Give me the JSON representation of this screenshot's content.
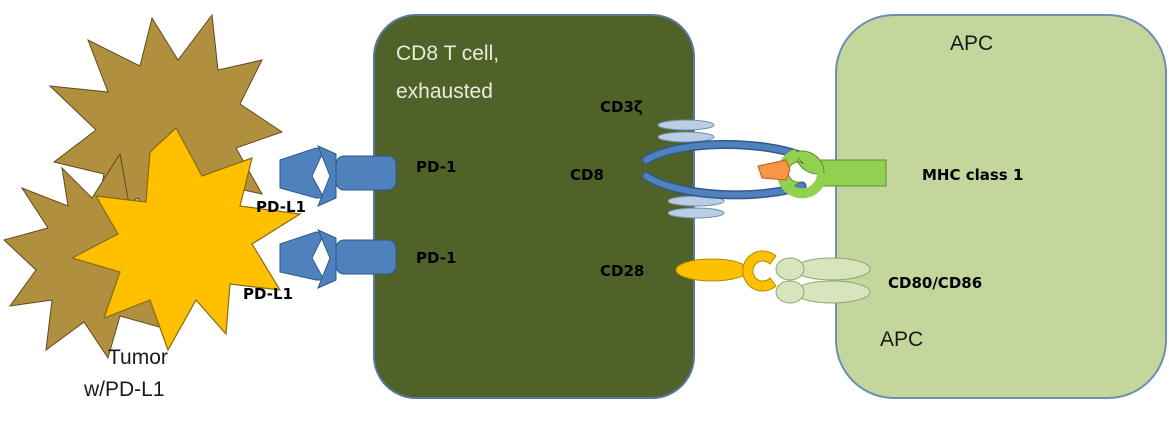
{
  "tcell": {
    "title_line1": "CD8 T cell,",
    "title_line2": "exhausted",
    "color": "#4f6228"
  },
  "apc": {
    "title_top": "APC",
    "title_bottom": "APC",
    "color": "#c3d69b"
  },
  "tumor": {
    "caption_line1": "Tumor",
    "caption_line2": "w/PD-L1",
    "back_color": "#b08f3f",
    "front_color": "#ffc000"
  },
  "labels": {
    "pd1_upper": "PD-1",
    "pd1_lower": "PD-1",
    "pdl1_upper": "PD-L1",
    "pdl1_lower": "PD-L1",
    "cd3z": "CD3ζ",
    "cd8": "CD8",
    "cd28": "CD28",
    "mhc": "MHC class 1",
    "cd80_cd86": "CD80/CD86"
  },
  "colors": {
    "receptor_blue": "#4f81bd",
    "cd3_light": "#b9cde5",
    "mhc_green": "#92d050",
    "antigen_orange": "#f79646",
    "cd28_yellow": "#ffc000",
    "cd80_green": "#d7e4bd"
  }
}
